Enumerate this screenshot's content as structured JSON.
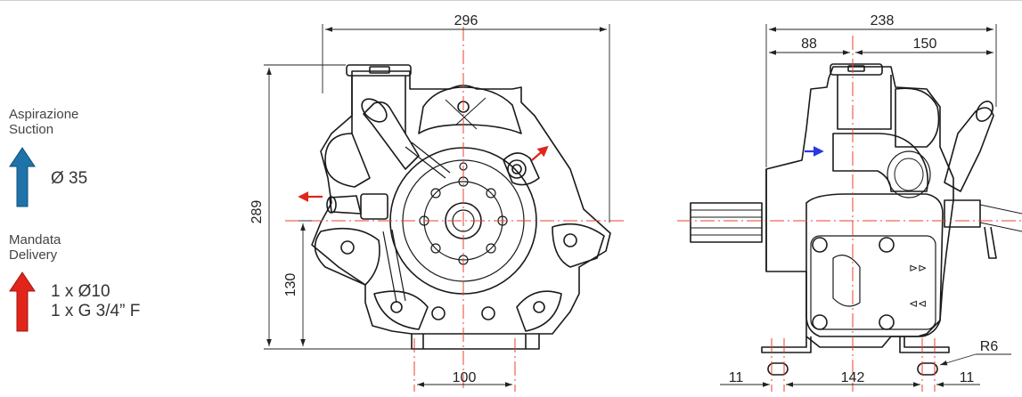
{
  "legend": {
    "suction": {
      "label_it": "Aspirazione",
      "label_en": "Suction",
      "value": "Ø 35",
      "arrow_color": "#1f73a8"
    },
    "delivery": {
      "label_it": "Mandata",
      "label_en": "Delivery",
      "value_line1": "1 x Ø10",
      "value_line2": "1 x G 3/4” F",
      "arrow_color": "#e1251b"
    }
  },
  "front_view": {
    "dim_width": "296",
    "dim_height": "289",
    "dim_axis_height": "130",
    "dim_base": "100"
  },
  "side_view": {
    "dim_total": "238",
    "dim_left": "88",
    "dim_right": "150",
    "dim_hole_left": "11",
    "dim_hole_center": "142",
    "dim_hole_right": "11",
    "dim_radius": "R6"
  },
  "colors": {
    "centerline": "#e8412c",
    "outline": "#1a1a1a",
    "dimension": "#222222",
    "arrow_red": "#e1251b",
    "arrow_blue": "#2a39e0"
  }
}
